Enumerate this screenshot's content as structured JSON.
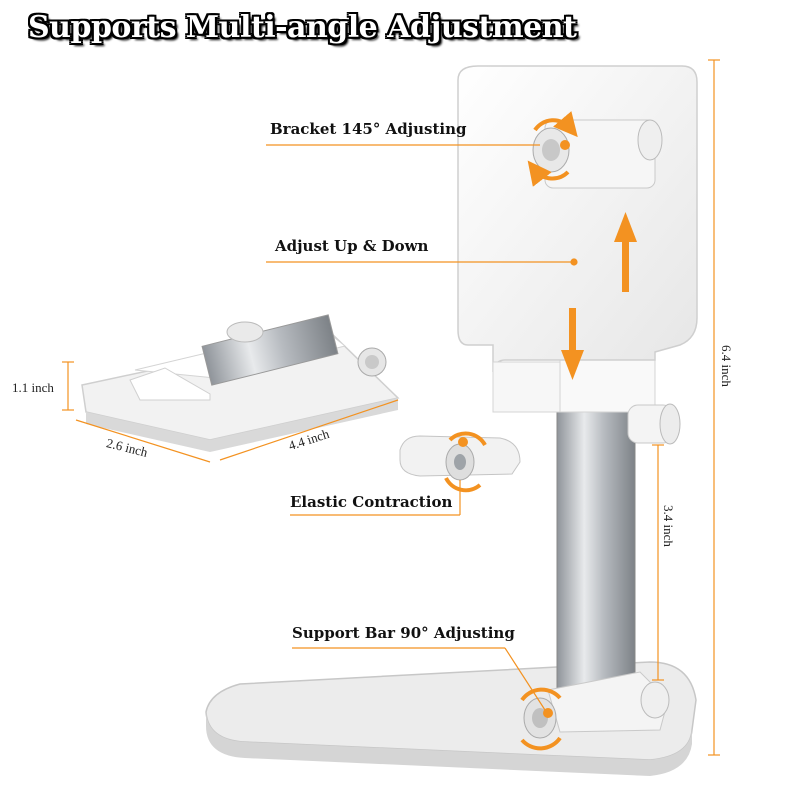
{
  "title": "Supports Multi-angle Adjustment",
  "callouts": {
    "bracket": "Bracket 145° Adjusting",
    "updown": "Adjust Up & Down",
    "elastic": "Elastic Contraction",
    "support_bar": "Support Bar 90° Adjusting"
  },
  "dimensions": {
    "folded_height": "1.1 inch",
    "folded_width": "2.6 inch",
    "folded_length": "4.4 inch",
    "total_height": "6.4 inch",
    "pole_height": "3.4 inch"
  },
  "colors": {
    "accent": "#f39221",
    "body": "#f4f4f4",
    "metal": "#b8bcc2"
  }
}
